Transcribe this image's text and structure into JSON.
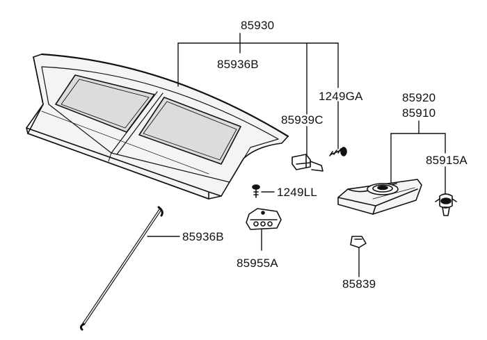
{
  "callouts": {
    "shelf_assembly": "85930",
    "shelf_trim_top": "85936B",
    "clip_85939c": "85939C",
    "screw_1249ga": "1249GA",
    "speaker_cover_upper": "85920",
    "speaker_cover_lower": "85910",
    "fastener_85915a": "85915A",
    "screw_1249ll": "1249LL",
    "trim_strip": "85936B",
    "retainer_85955a": "85955A",
    "clip_85839": "85839"
  },
  "colors": {
    "line": "#111111",
    "panel": "#f4f4f4",
    "window": "#dcdcdc"
  }
}
